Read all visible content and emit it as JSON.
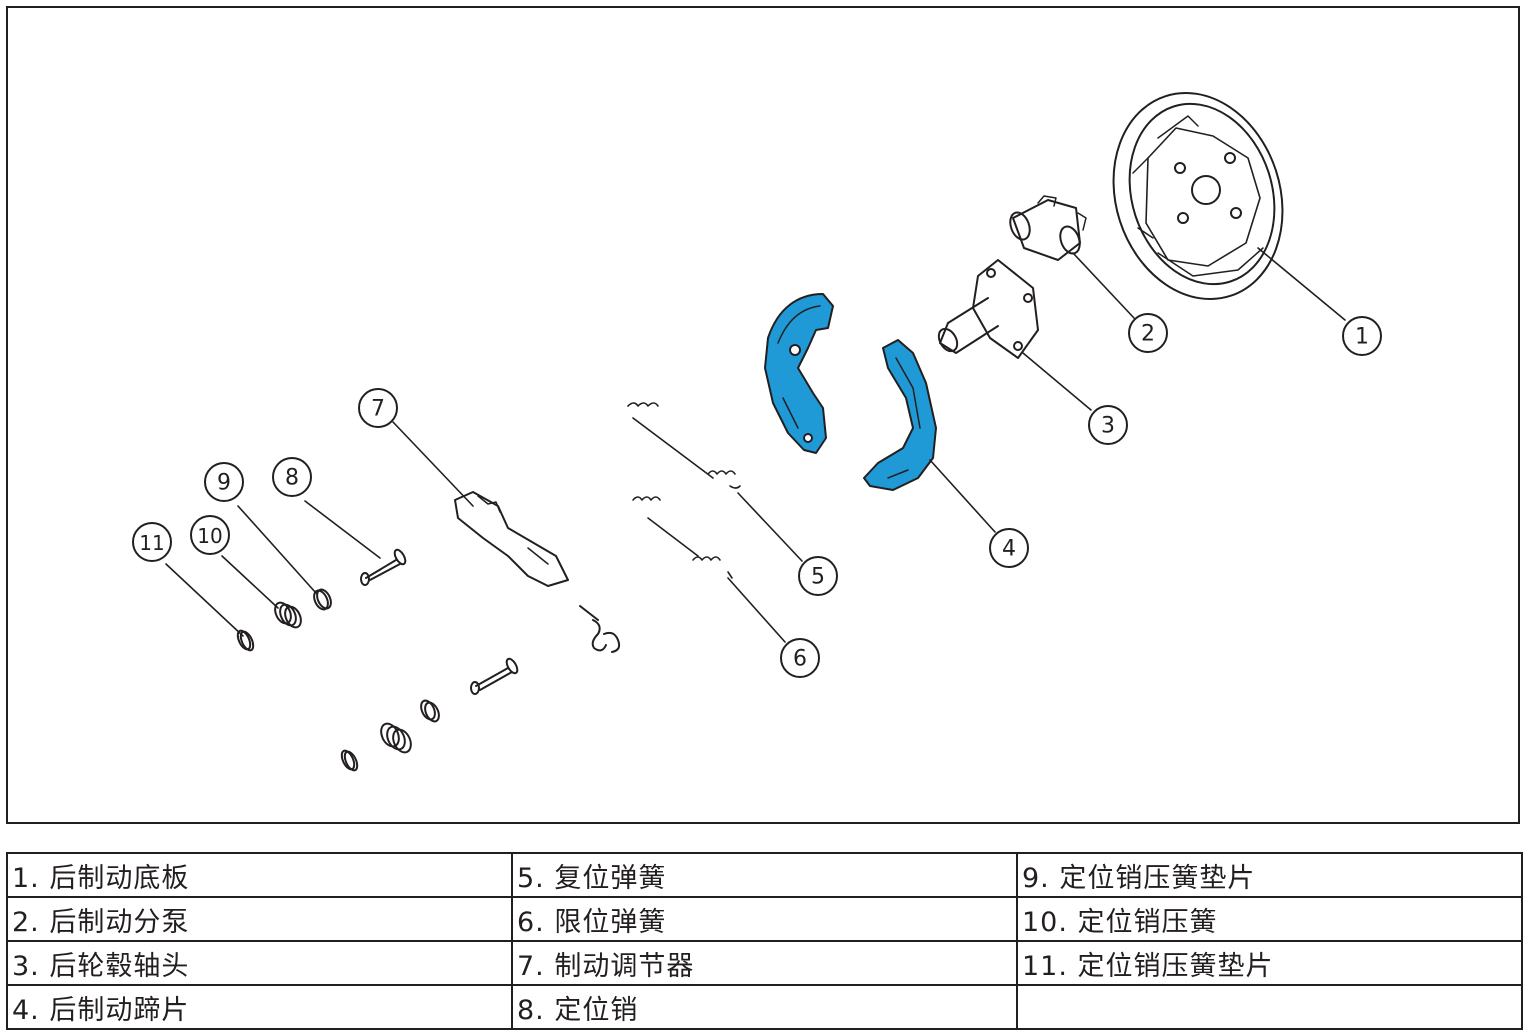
{
  "colors": {
    "shoe_fill": "#1f9ad6",
    "line": "#231f20"
  },
  "callouts": [
    "1",
    "2",
    "3",
    "4",
    "5",
    "6",
    "7",
    "8",
    "9",
    "10",
    "11"
  ],
  "legend": [
    [
      "1. 后制动底板",
      "5. 复位弹簧",
      "9. 定位销压簧垫片"
    ],
    [
      "2. 后制动分泵",
      "6. 限位弹簧",
      "10. 定位销压簧"
    ],
    [
      "3. 后轮毂轴头",
      "7. 制动调节器",
      "11. 定位销压簧垫片"
    ],
    [
      "4. 后制动蹄片",
      "8. 定位销",
      ""
    ]
  ]
}
